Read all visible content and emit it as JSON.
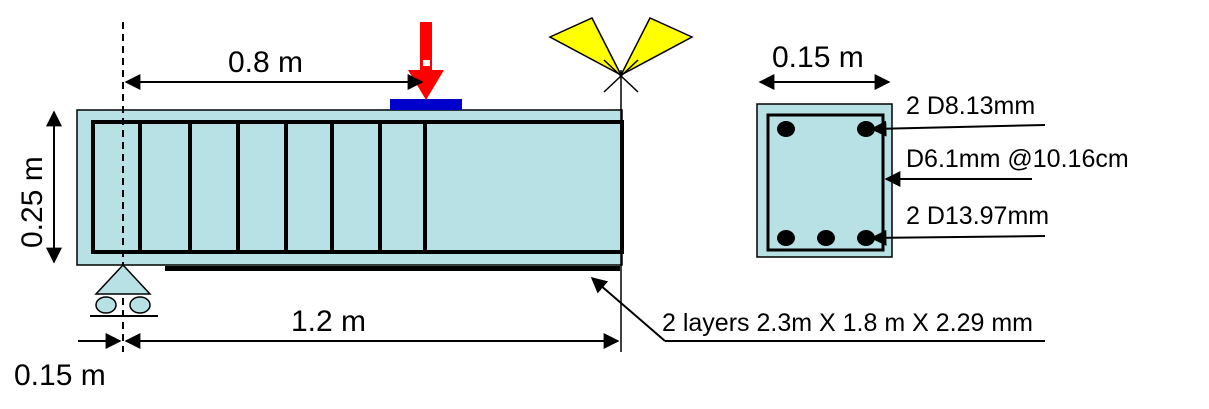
{
  "colors": {
    "concrete_fill": "#b7e1e4",
    "steel": "#000000",
    "load_arrow": "#ff0000",
    "bearing_plate": "#0000cc",
    "flag": "#ffff00",
    "support": "#b7e1e4"
  },
  "beam": {
    "dim_load_distance": "0.8 m",
    "dim_height": "0.25 m",
    "dim_span": "1.2 m",
    "dim_overhang": "0.15 m"
  },
  "section": {
    "dim_width": "0.15 m",
    "top_bars": "2 D8.13mm",
    "stirrups": "D6.1mm @10.16cm",
    "bottom_bars": "2 D13.97mm"
  },
  "frp_label": "2 layers 2.3m X 1.8 m X 2.29 mm",
  "icons": [
    "load-arrow-icon",
    "pin-support-icon",
    "fixed-end-flags-icon"
  ]
}
